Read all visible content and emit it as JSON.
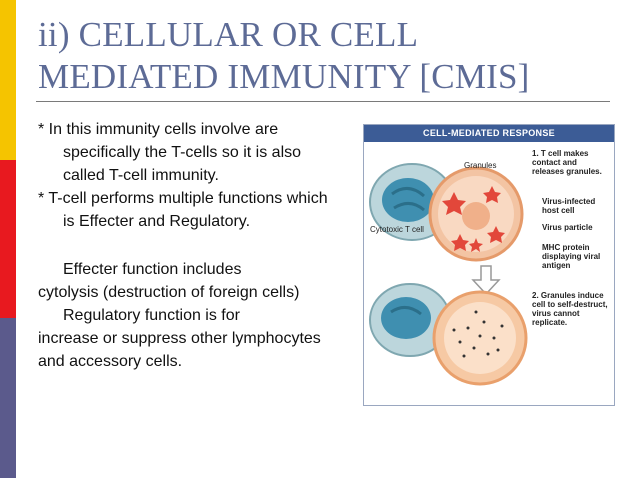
{
  "sidebar": {
    "colors": [
      "#f5c400",
      "#e8191f",
      "#5b5a8c"
    ]
  },
  "slide": {
    "title_line1": "ii) CELLULAR OR CELL",
    "title_line2": "MEDIATED IMMUNITY [CMIS]",
    "para1": "* In this immunity cells involve are specifically the T-cells so it is also called T-cell immunity.",
    "para2": "* T-cell performs multiple functions which is Effecter and Regulatory.",
    "para3_indent": "Effecter function includes",
    "para3_rest": "cytolysis (destruction of foreign cells)",
    "para4_indent": "Regulatory function is for",
    "para4_rest": "increase or suppress other lymphocytes and accessory cells."
  },
  "figure": {
    "header": "CELL-MEDIATED RESPONSE",
    "label_granules": "Granules",
    "label_step1": "1. T cell makes contact and releases granules.",
    "label_virus_infected": "Virus-infected host cell",
    "label_cytotoxic": "Cytotoxic T cell",
    "label_virus_particle": "Virus particle",
    "label_mhc": "MHC protein displaying viral antigen",
    "label_step2": "2. Granules induce cell to self-destruct, virus cannot replicate."
  }
}
